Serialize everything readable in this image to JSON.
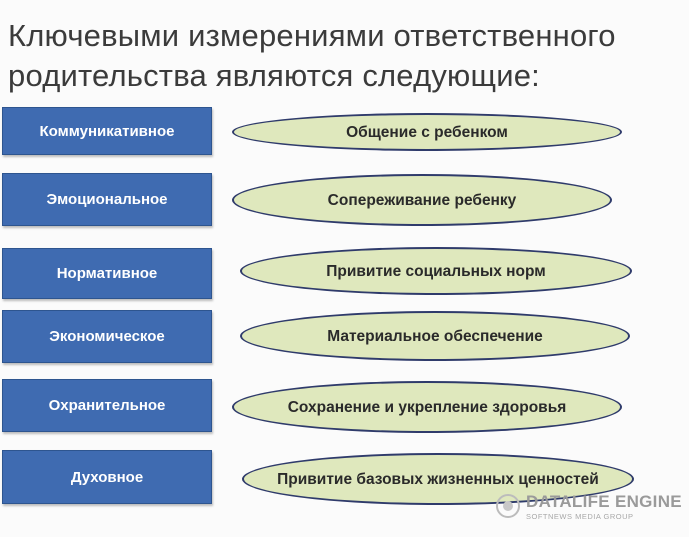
{
  "slide": {
    "title": "Ключевыми измерениями ответственного родительства являются следующие:",
    "items": [
      {
        "dimension": "Коммуникативное",
        "description": "Общение с ребенком"
      },
      {
        "dimension": "Эмоциональное",
        "description": "Сопереживание ребенку"
      },
      {
        "dimension": "Нормативное",
        "description": "Привитие социальных норм"
      },
      {
        "dimension": "Экономическое",
        "description": "Материальное обеспечение"
      },
      {
        "dimension": "Охранительное",
        "description": "Сохранение и укрепление здоровья"
      },
      {
        "dimension": "Духовное",
        "description": "Привитие базовых жизненных ценностей"
      }
    ]
  },
  "watermark": {
    "title": "DATALIFE ENGINE",
    "subtitle": "SOFTNEWS MEDIA GROUP"
  },
  "colors": {
    "box_fill": "#3f6bb1",
    "box_text": "#ffffff",
    "ellipse_fill": "#dfe8bd",
    "ellipse_border": "#2f3b6b",
    "title_text": "#3b3b3b"
  }
}
